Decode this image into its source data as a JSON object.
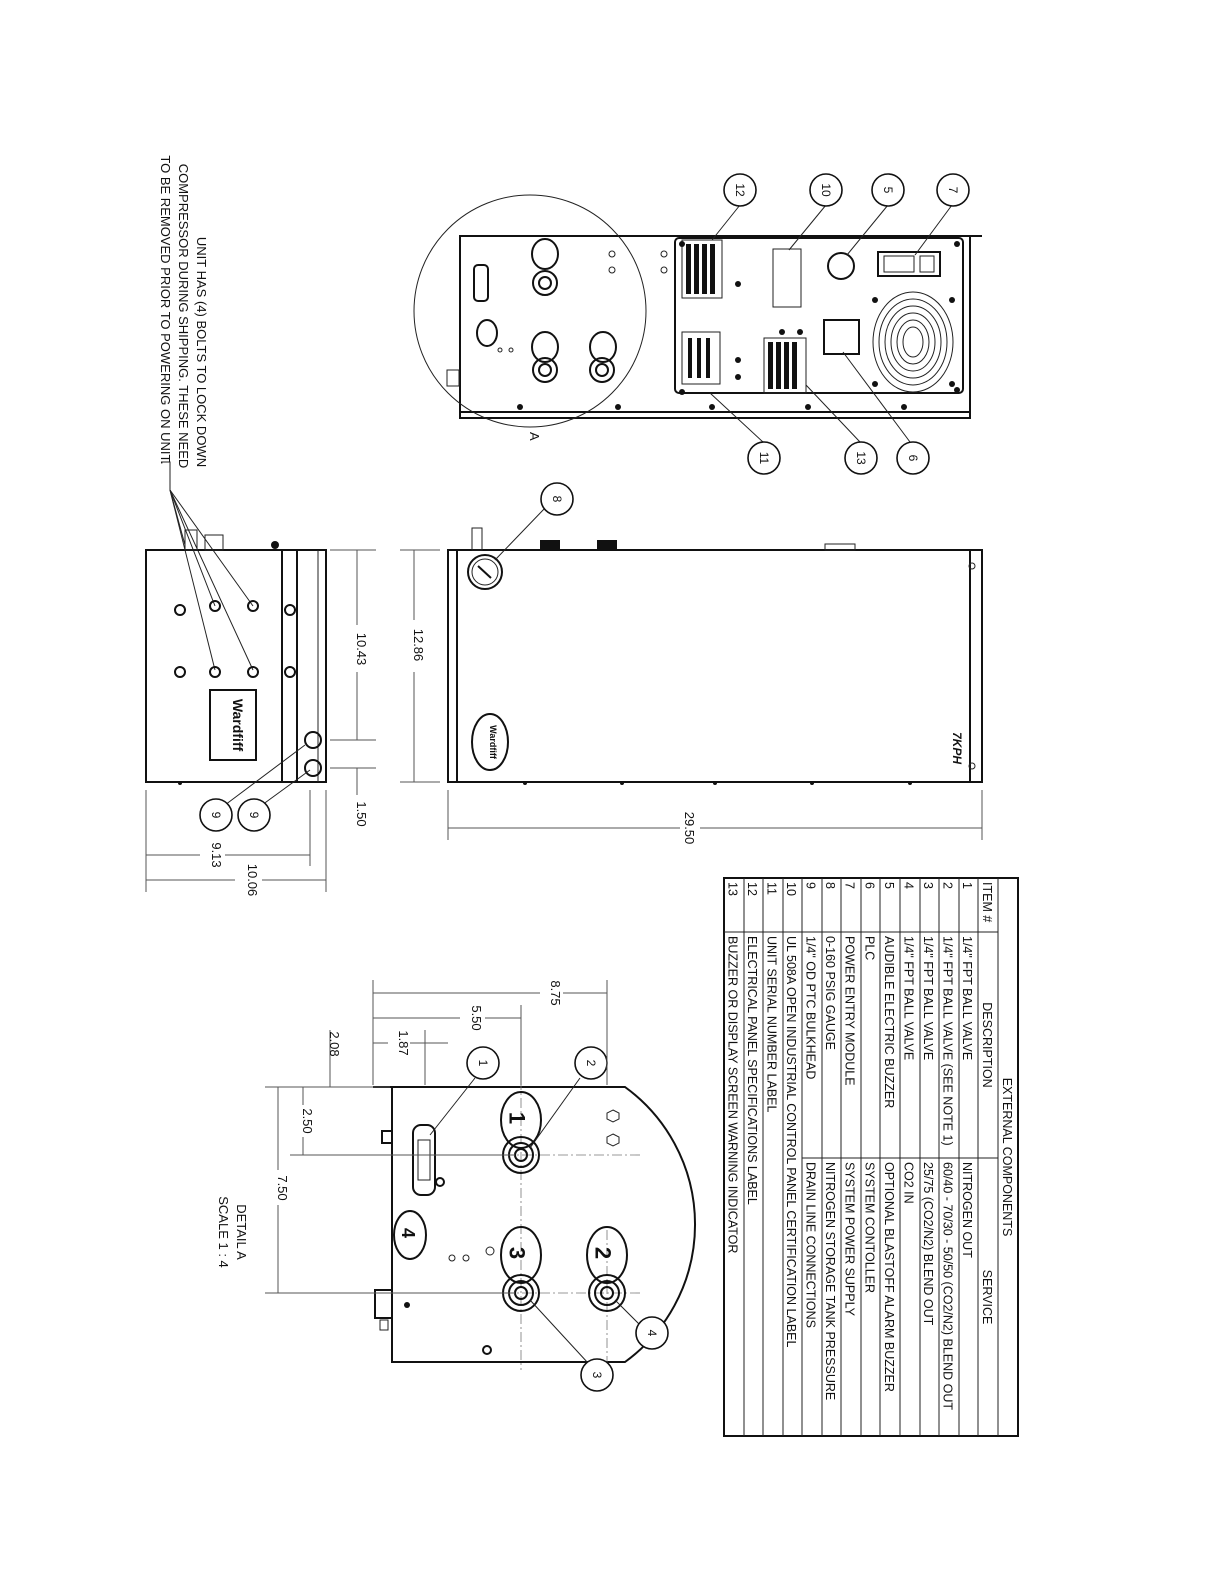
{
  "note": {
    "lines": [
      "UNIT HAS (4) BOLTS TO LOCK DOWN",
      "COMPRESSOR DURING SHIPPING.  THESE NEED",
      "TO BE REMOVED PRIOR TO POWERING ON UNIT."
    ]
  },
  "detail": {
    "title": "DETAIL A",
    "scale": "SCALE 1 : 4"
  },
  "section_marker": "A",
  "brand": {
    "logo_text": "Wardfiff",
    "model": "7KPH"
  },
  "dimensions": {
    "d_10_43": "10.43",
    "d_12_86": "12.86",
    "d_1_50": "1.50",
    "d_29_50": "29.50",
    "d_9_13": "9.13",
    "d_10_06": "10.06",
    "d_8_75": "8.75",
    "d_5_50": "5.50",
    "d_1_87": "1.87",
    "d_2_08": "2.08",
    "d_2_50": "2.50",
    "d_7_50": "7.50"
  },
  "callouts": {
    "c1": "1",
    "c2": "2",
    "c3": "3",
    "c4": "4",
    "c5": "5",
    "c6": "6",
    "c7": "7",
    "c8": "8",
    "c9": "9",
    "c10": "10",
    "c11": "11",
    "c12": "12",
    "c13": "13"
  },
  "valve_tags": {
    "t1": "1",
    "t2": "2",
    "t3": "3",
    "t4": "4"
  },
  "table": {
    "title": "EXTERNAL COMPONENTS",
    "headers": {
      "item": "ITEM #",
      "description": "DESCRIPTION",
      "service": "SERVICE"
    },
    "rows": [
      {
        "item": "1",
        "description": "1/4\" FPT BALL VALVE",
        "service": "NITROGEN OUT"
      },
      {
        "item": "2",
        "description": "1/4\" FPT BALL VALVE (SEE NOTE 1)",
        "service": "60/40 - 70/30 - 50/50 (CO2/N2) BLEND OUT"
      },
      {
        "item": "3",
        "description": "1/4\" FPT BALL VALVE",
        "service": "25/75 (CO2/N2) BLEND OUT"
      },
      {
        "item": "4",
        "description": "1/4\" FPT BALL VALVE",
        "service": "CO2 IN"
      },
      {
        "item": "5",
        "description": "AUDIBLE ELECTRIC BUZZER",
        "service": "OPTIONAL BLASTOFF ALARM BUZZER"
      },
      {
        "item": "6",
        "description": "PLC",
        "service": "SYSTEM CONTOLLER"
      },
      {
        "item": "7",
        "description": "POWER ENTRY MODULE",
        "service": "SYSTEM POWER SUPPLY"
      },
      {
        "item": "8",
        "description": "0-160 PSIG GAUGE",
        "service": "NITROGEN STORAGE TANK PRESSURE"
      },
      {
        "item": "9",
        "description": "1/4\" OD PTC BULKHEAD",
        "service": "DRAIN LINE CONNECTIONS"
      },
      {
        "item": "10",
        "description": "UL 508A OPEN INDUSTRIAL CONTROL PANEL CERTIFICATION LABEL",
        "service": ""
      },
      {
        "item": "11",
        "description": "UNIT SERIAL NUMBER LABEL",
        "service": ""
      },
      {
        "item": "12",
        "description": "ELECTRICAL PANEL SPECIFICATIONS LABEL",
        "service": ""
      },
      {
        "item": "13",
        "description": "BUZZER OR DISPLAY SCREEN WARNING INDICATOR",
        "service": ""
      }
    ]
  }
}
